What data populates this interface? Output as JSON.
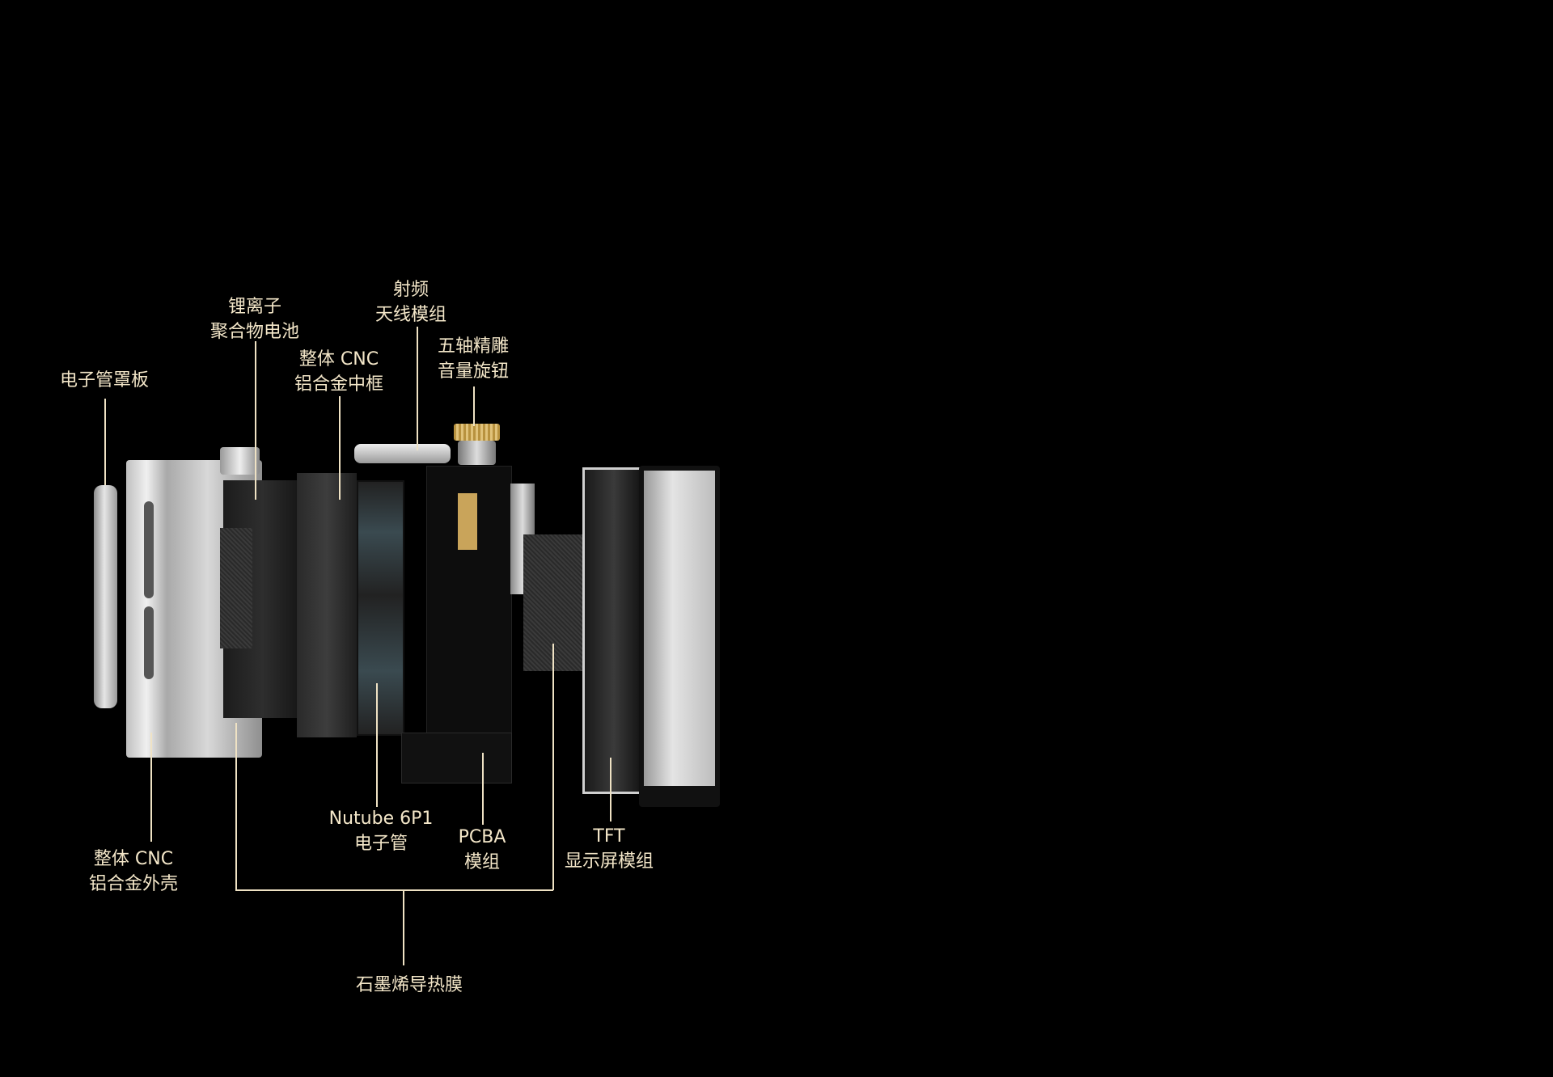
{
  "labels": {
    "tube_cover": [
      "电子管罩板"
    ],
    "battery": [
      "锂离子",
      "聚合物电池"
    ],
    "mid_frame": [
      "整体 CNC",
      "铝合金中框"
    ],
    "antenna": [
      "射频",
      "天线模组"
    ],
    "knob": [
      "五轴精雕",
      "音量旋钮"
    ],
    "shell": [
      "整体 CNC",
      "铝合金外壳"
    ],
    "nutube": [
      "Nutube 6P1",
      "电子管"
    ],
    "pcba": [
      "PCBA",
      "模组"
    ],
    "tft": [
      "TFT",
      "显示屏模组"
    ],
    "graphene": [
      "石墨烯导热膜"
    ]
  },
  "colors": {
    "label": "#f4e7c9",
    "background": "#000000",
    "chip_gold": "#c9a45a"
  }
}
